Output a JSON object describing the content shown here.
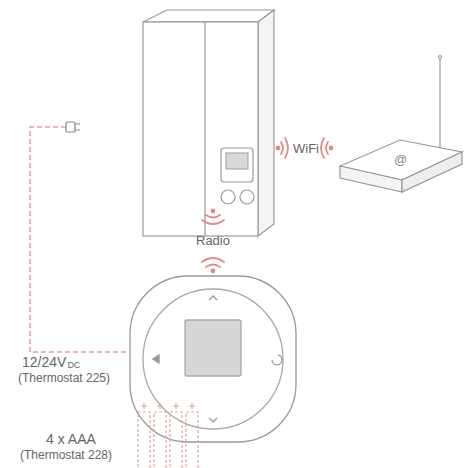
{
  "diagram": {
    "labels": [
      "WiFi",
      "Radio",
      "@",
      "12/24V",
      "DC",
      "(Thermostat 225)",
      "4 x AAA",
      "(Thermostat 228)"
    ]
  }
}
